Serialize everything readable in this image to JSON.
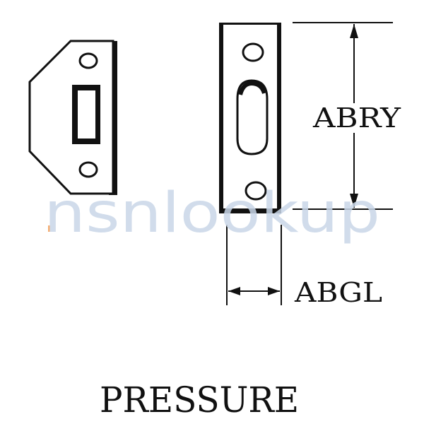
{
  "labels": {
    "height_dim": "ABRY",
    "width_dim": "ABGL",
    "caption": "PRESSURE"
  },
  "watermark": {
    "text": "nsnlookup",
    "accent_color": "#f5a05a",
    "text_color": "#c9d7e8"
  },
  "colors": {
    "line": "#111111",
    "background": "#ffffff"
  }
}
